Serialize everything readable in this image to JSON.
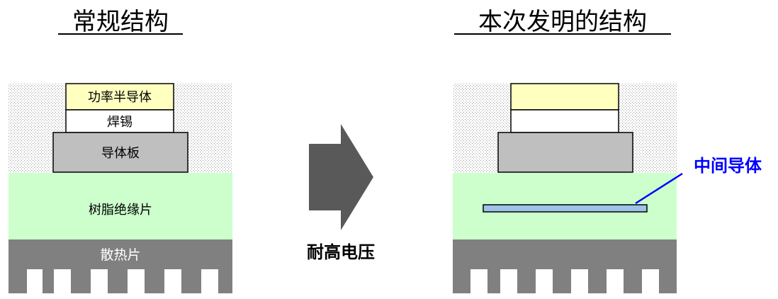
{
  "left": {
    "title": "常规结构",
    "labels": {
      "semiconductor": "功率半导体",
      "solder": "焊锡",
      "conductor_plate": "导体板",
      "resin_sheet": "树脂绝缘片",
      "heat_sink": "散热片"
    }
  },
  "arrow": {
    "label": "耐高电压"
  },
  "right": {
    "title": "本次发明的结构",
    "callout": "中间导体"
  },
  "colors": {
    "semiconductor": "#ffffc0",
    "solder": "#ffffff",
    "conductor_plate": "#bfbfbf",
    "resin_sheet": "#ccffcc",
    "heat_sink": "#808080",
    "intermediate_conductor": "#9dc3e6",
    "callout": "#0000ff",
    "arrow": "#595959"
  }
}
